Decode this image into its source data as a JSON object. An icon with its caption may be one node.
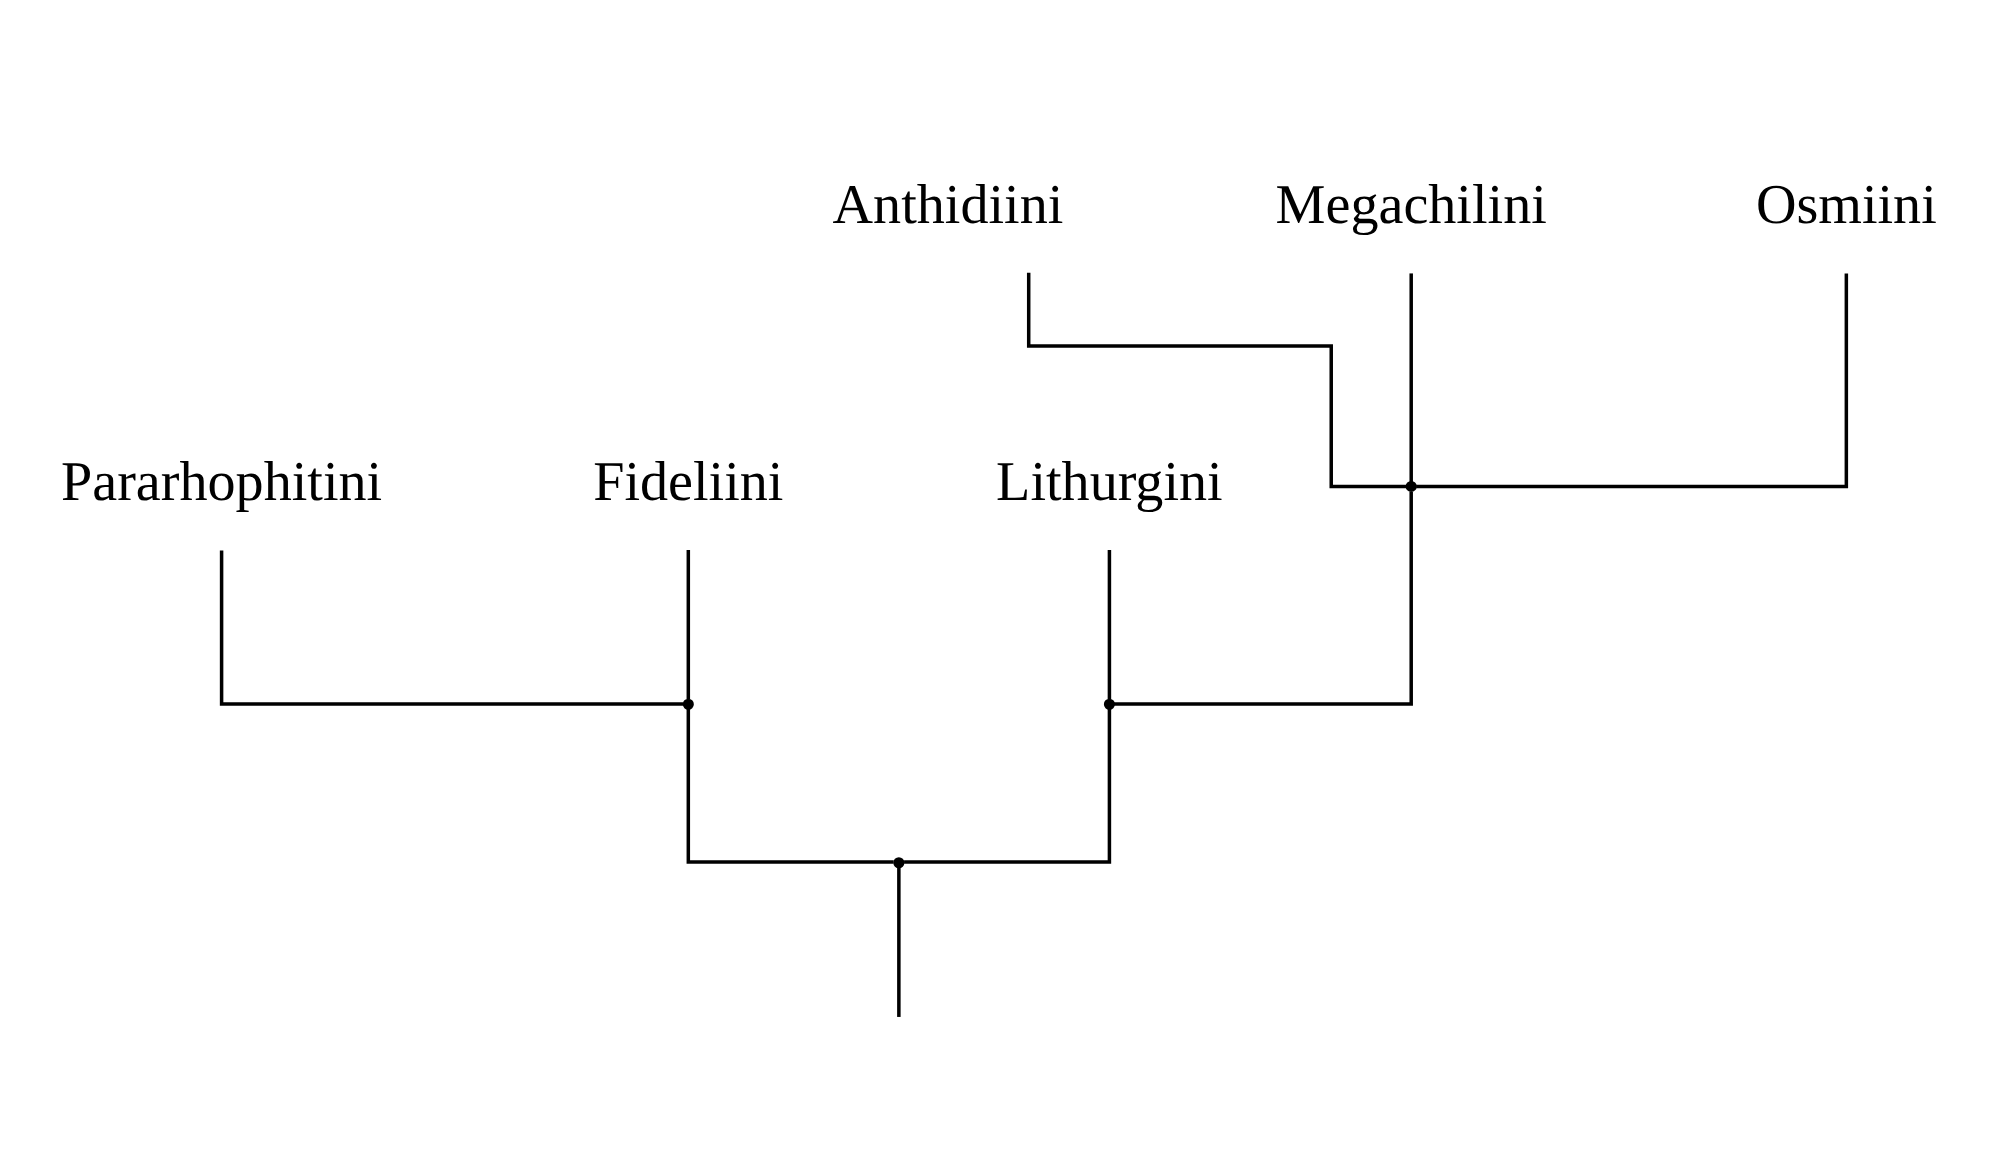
{
  "diagram": {
    "nodes": [
      {
        "text": [
          "Pararhophitini"
        ]
      },
      {
        "text": [
          "Fideliini"
        ]
      },
      {
        "text": [
          "Lithurgini"
        ]
      },
      {
        "text": [
          "Anthidiini"
        ]
      },
      {
        "text": [
          "Megachilini"
        ]
      },
      {
        "text": [
          "Osmiini"
        ]
      },
      {
        "text": [],
        "shape": "point"
      },
      {
        "text": [],
        "shape": "point"
      },
      {
        "text": [],
        "shape": "point"
      },
      {
        "text": [],
        "shape": "point"
      }
    ],
    "edges": [
      {
        "from": 9,
        "to": 6,
        "arrow": "none"
      },
      {
        "from": 9,
        "to": 8,
        "arrow": "none"
      },
      {
        "from": 6,
        "to": 0,
        "arrow": "none"
      },
      {
        "from": 6,
        "to": 1,
        "arrow": "none"
      },
      {
        "from": 8,
        "to": 2,
        "arrow": "none"
      },
      {
        "from": 8,
        "to": 7,
        "arrow": "none"
      },
      {
        "from": 7,
        "to": 3,
        "arrow": "none"
      },
      {
        "from": 7,
        "to": 4,
        "arrow": "none"
      },
      {
        "from": 7,
        "to": 5,
        "arrow": "none"
      },
      {
        "from": null,
        "to": 9,
        "arrow": "none"
      }
    ]
  }
}
